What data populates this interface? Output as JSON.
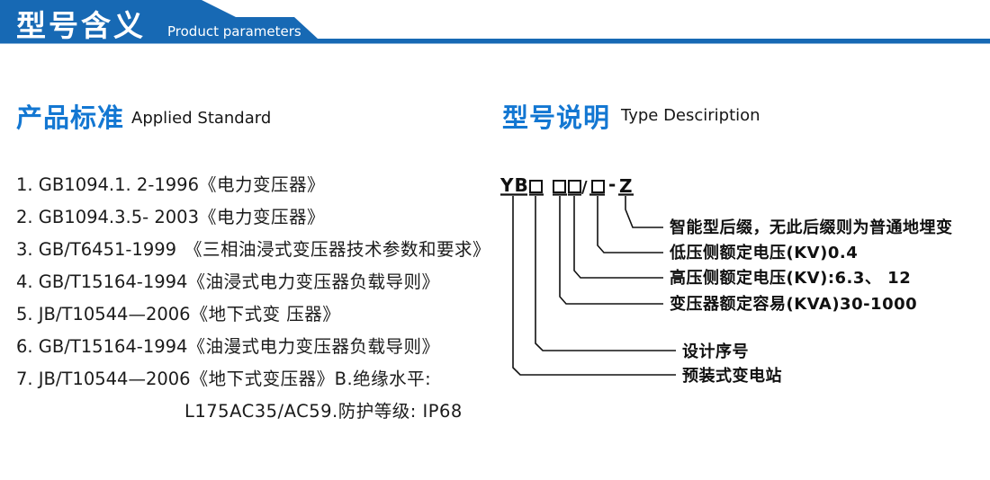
{
  "header": {
    "title": "型号含义",
    "subtitle": "Product parameters",
    "color": "#1769b4"
  },
  "standards_section": {
    "title_cn": "产品标准",
    "title_en": "Applied Standard",
    "accent": "#1377d2",
    "items": [
      {
        "code": "1. GB1094.1. 2-1996",
        "name": "《电力变压器》"
      },
      {
        "code": "2. GB1094.3.5- 2003",
        "name": "《电力变压器》"
      },
      {
        "code": "3. GB/T6451-1999",
        "name": "《三相油浸式变压器技术参数和要求》"
      },
      {
        "code": "4. GB/T15164-1994",
        "name": "《油浸式电力变压器负载导则》"
      },
      {
        "code": "5. JB/T10544—2006",
        "name": "《地下式变 压器》"
      },
      {
        "code": "6. GB/T15164-1994",
        "name": "《油漫式电力变压器负载导则》"
      },
      {
        "code": "7. JB/T10544—2006",
        "name": "《地下式变压器》B.绝缘水平:"
      },
      {
        "code": "",
        "name": "L175AC35/AC59.防护等级: IP68"
      }
    ]
  },
  "type_section": {
    "title_cn": "型号说明",
    "title_en": "Type Desciription",
    "model": {
      "display": "YB□ □□/□ - Z",
      "prefix": "YB",
      "slash": "/",
      "dash": "-",
      "suffix": "Z"
    },
    "labels": [
      "智能型后缀，无此后缀则为普通地埋变",
      "低压侧额定电压(KV)0.4",
      "高压侧额定电压(KV):6.3、 12",
      "变压器额定容易(KVA)30-1000",
      "设计序号",
      "预装式变电站"
    ]
  }
}
